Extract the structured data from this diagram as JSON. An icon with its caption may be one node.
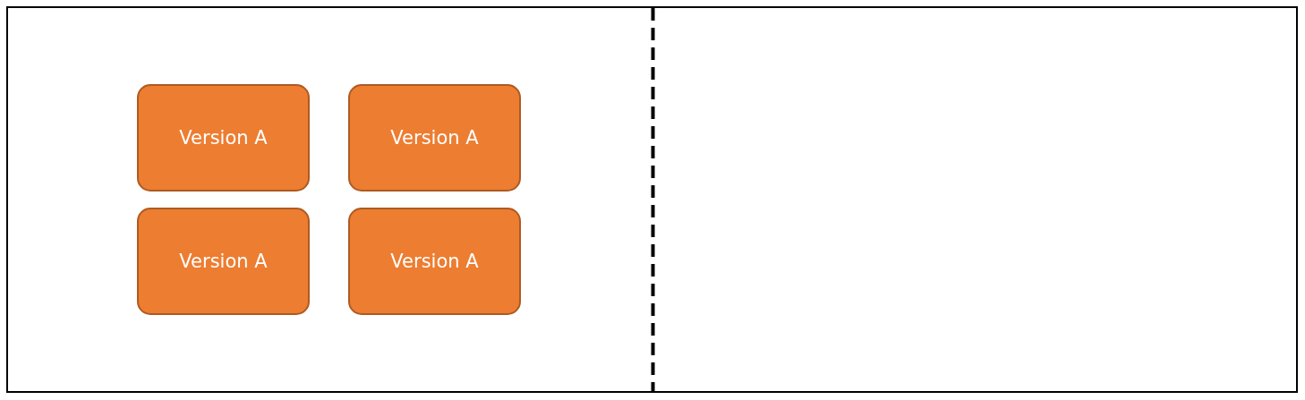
{
  "diagram": {
    "nodes": [
      {
        "text": [
          "Version A"
        ]
      },
      {
        "text": [
          "Version A"
        ]
      },
      {
        "text": [
          "Version A"
        ]
      },
      {
        "text": [
          "Version A"
        ]
      }
    ]
  }
}
